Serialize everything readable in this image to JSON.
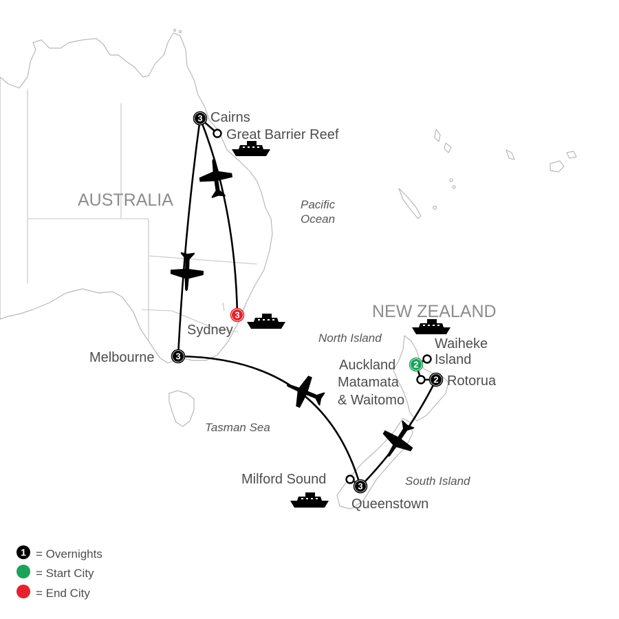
{
  "map": {
    "countries": {
      "australia": "AUSTRALIA",
      "new_zealand": "NEW ZEALAND"
    },
    "water_bodies": {
      "pacific_1": "Pacific",
      "pacific_2": "Ocean",
      "tasman": "Tasman Sea",
      "north_island": "North Island",
      "south_island": "South Island"
    },
    "cities": {
      "cairns": "Cairns",
      "great_barrier_reef": "Great Barrier Reef",
      "sydney": "Sydney",
      "melbourne": "Melbourne",
      "auckland": "Auckland",
      "waiheke_1": "Waiheke",
      "waiheke_2": "Island",
      "matamata_1": "Matamata",
      "matamata_2": "& Waitomo",
      "rotorua": "Rotorua",
      "milford_sound": "Milford Sound",
      "queenstown": "Queenstown"
    },
    "overnights": {
      "cairns": "3",
      "sydney": "3",
      "melbourne": "3",
      "auckland": "2",
      "rotorua": "2",
      "queenstown": "3"
    },
    "colors": {
      "overnight": "#000000",
      "start": "#1aa35a",
      "end": "#e8202a"
    }
  },
  "legend": {
    "overnights_badge": "1",
    "overnights": "= Overnights",
    "start": "= Start City",
    "end": "= End City"
  }
}
